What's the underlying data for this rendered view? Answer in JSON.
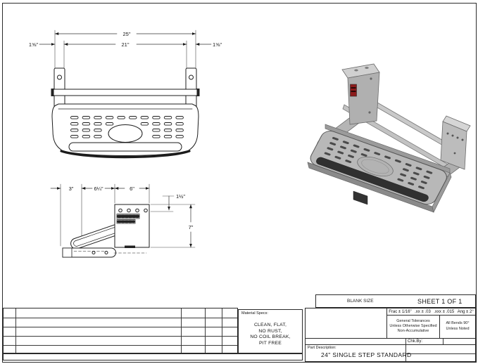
{
  "drawing": {
    "front_view": {
      "dim_overall": "25\"",
      "dim_inner": "21\"",
      "dim_side_left": "1⅝\"",
      "dim_side_right": "1⅝\""
    },
    "side_view": {
      "dim_nose": "3\"",
      "dim_mid": "6¼\"",
      "dim_plate": "6\"",
      "dim_hole_offset": "1½\"",
      "dim_height": "7\""
    }
  },
  "material_specs": {
    "label": "Material Specs:",
    "lines": [
      "CLEAN, FLAT,",
      "NO RUST,",
      "NO COIL BREAK,",
      "PIT FREE"
    ]
  },
  "title_block": {
    "blank_size_label": "BLANK SIZE",
    "sheet_label": "SHEET 1 OF 1",
    "tol_frac": "Frac ± 1/16\"",
    "tol_xx": ".xx ± .03",
    "tol_xxx": ".xxx ± .015",
    "tol_ang": "Ang ± 2°",
    "general_tolerances": [
      "General Tolerances",
      "Unless Otherwise Specified",
      "Non-Accumulative"
    ],
    "bends": [
      "All Bends 90°",
      "Unless Noted"
    ],
    "chk_by_label": "Chk.By:",
    "part_description_label": "Part Description:",
    "part_description": "24\" SINGLE STEP STANDARD"
  },
  "colors": {
    "line": "#2b2b2b",
    "metal_light": "#cdcdcd",
    "metal_mid": "#b8b8b8",
    "metal_dark": "#8a8a8a",
    "rubber": "#303030",
    "red_label": "#8c1b1b"
  }
}
